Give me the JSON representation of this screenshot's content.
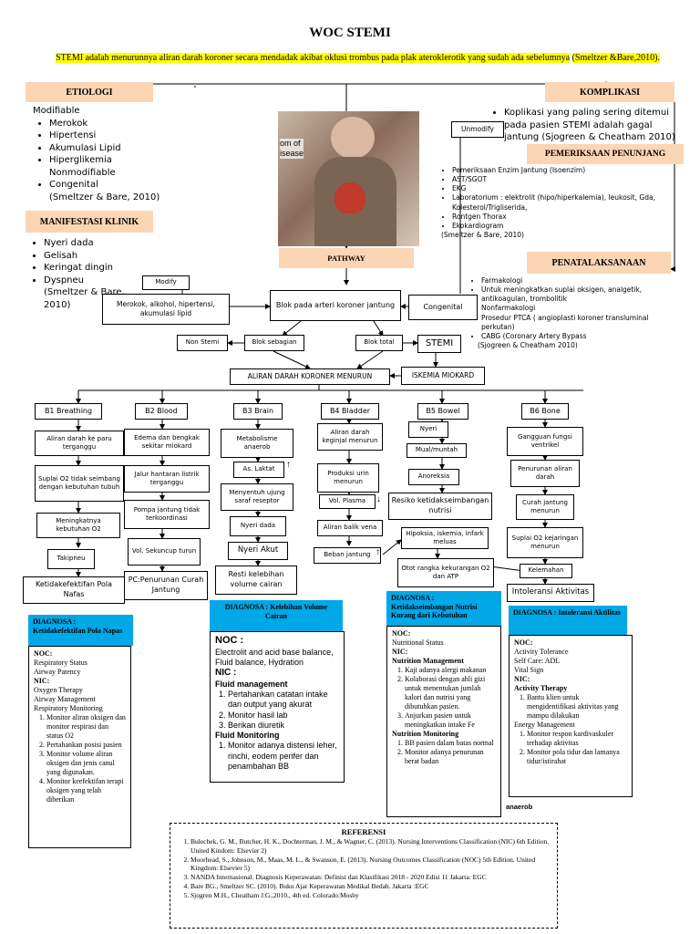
{
  "title": "WOC STEMI",
  "definition": "STEMI adalah menurunnya aliran darah koroner secara mendadak akibat oklusi trombus pada plak ateroklerotik yang sudah ada sebelumnya",
  "definition_source": "(Smeltzer &Bare,2010).",
  "etiologi": {
    "label": "ETIOLOGI",
    "modifiable": "Modifiable",
    "items": [
      "Merokok",
      "Hipertensi",
      "Akumulasi Lipid",
      "Hiperglikemia"
    ],
    "nonmodifiable": "Nonmodifiable",
    "nm_items": [
      "Congenital"
    ],
    "source": "(Smeltzer & Bare, 2010)"
  },
  "manifestasi": {
    "label": "MANIFESTASI KLINIK",
    "items": [
      "Nyeri dada",
      "Gelisah",
      "Keringat dingin",
      "Dyspneu"
    ],
    "source": "(Smeltzer & Bare, 2010)"
  },
  "komplikasi": {
    "label": "KOMPLIKASI",
    "text": "Koplikasi yang paling sering ditemui pada pasien STEMI adalah gagal jantung (Sjogreen & Cheatham 2010)"
  },
  "penunjang": {
    "label": "PEMERIKSAAN PENUNJANG",
    "items": [
      "Pemeriksaan Enzim Jantung (Isoenzim)",
      "AST/SGOT",
      "EKG",
      "Laboratorium : elektrolit (hipo/hiperkalemia), leukosit, Gda, Kolesterol/Trigliserida,",
      "Rontgen Thorax",
      "Ekokardiogram"
    ],
    "source": "(Smeltzer & Bare, 2010)"
  },
  "penatalaksanaan": {
    "label": "PENATALAKSANAAN",
    "items": [
      "Farmakologi",
      "Untuk meningkatkan suplai oksigen, analgetik, antikoagulan, trombolitik",
      "Nonfarmakologi",
      "Prosedur PTCA ( angioplasti koroner transluminal perkutan)",
      "CABG (Coronary Artery Bypass"
    ],
    "source": "(Sjogreen & Cheatham 2010)"
  },
  "image_caption": [
    "om of",
    "isease"
  ],
  "flow": {
    "unmodify": "Unmodify",
    "modify": "Modify",
    "pathway": "PATHWAY",
    "risk": "Merokok, alkohol, hipertensi, akumulasi lipid",
    "blok": "Blok pada arteri koroner jantung",
    "congenital": "Congenital",
    "non_stemi": "Non Stemi",
    "blok_sebagian": "Blok sebagian",
    "blok_total": "Blok total",
    "stemi": "STEMI",
    "aliran": "ALIRAN DARAH KORONER MENURUN",
    "iskemia": "ISKEMIA MIOKARD"
  },
  "b1": {
    "header": "B1 Breathing",
    "steps": [
      "Aliran darah ke paru terganggu",
      "Suplai O2 tidak seimbang dengan kebutuhan tubuh",
      "Meningkatnya kebutuhan O2",
      "Takipneu"
    ],
    "result": "Ketidakefektifan Pola Nafas"
  },
  "b2": {
    "header": "B2 Blood",
    "steps": [
      "Edema dan bengkak sekitar miokard",
      "Jalur hantaran listrik terganggu",
      "Pompa jantung tidak terkoordinasi",
      "Vol. Sekuncup turun"
    ],
    "result": "PC:Penurunan Curah Jantung"
  },
  "b3": {
    "header": "B3 Brain",
    "steps": [
      "Metabolisme anaerob",
      "As. Laktat",
      "Menyentuh ujung saraf reseptor",
      "Nyeri dada"
    ],
    "result": "Nyeri Akut",
    "result2": "Resti kelebihan volume cairan"
  },
  "b4": {
    "header": "B4 Bladder",
    "steps": [
      "Aliran darah keginjal menurun",
      "Produksi urin menurun",
      "Vol. Plasma",
      "Aliran balik vena",
      "Beban jantung"
    ]
  },
  "b5": {
    "header": "B5 Bowel",
    "steps": [
      "Nyeri",
      "Mual/muntah",
      "Anoreksia"
    ],
    "result": "Resiko ketidakseimbangan nutrisi",
    "hipoksia": "Hipoksia, iskemia, infark meluas",
    "otot": "Otot rangka kekurangan O2 dan ATP"
  },
  "b6": {
    "header": "B6 Bone",
    "steps": [
      "Gangguan fungsi ventrikel",
      "Penurunan aliran darah",
      "Curah jantung menurun",
      "Suplai O2 kejaringan menurun",
      "Kelemahan"
    ],
    "result": "Intoleransi Aktivitas"
  },
  "dx1": {
    "title": "DIAGNOSA : Ketidakefektifan Pola Napas",
    "noc_label": "NOC:",
    "noc": [
      "Respiratory Status",
      "Airway Patency"
    ],
    "nic_label": "NIC:",
    "nic": [
      "Oxygen Therapy",
      "Airway Management",
      "Respiratory Monitoring"
    ],
    "items": [
      "Monitor aliran oksigen dan monitor respirasi dan status O2",
      "Pertahankan posisi pasien",
      "Monitor volume aliran oksigen dan jenis canul yang digunakan.",
      "Monitor keefektifan terapi oksigen yang telah diberikan"
    ]
  },
  "dx2": {
    "title": "DIAGNOSA : Kelebihan Volume Cairan",
    "noc_label": "NOC :",
    "noc": "Electrolit and acid base balance, Fluid balance, Hydration",
    "nic_label": "NIC :",
    "fm": "Fluid management",
    "fm_items": [
      "Pertahankan catatan intake dan output yang akurat",
      "Monitor hasil lab",
      "Berikan diuretik"
    ],
    "fmon": "Fluid Monitoring",
    "fmon_items": [
      "Monitor adanya distensi leher, rinchi, eodem perifer dan penambahan BB"
    ]
  },
  "dx3": {
    "title": "DIAGNOSA : Ketidakseimbangan Nutrisi Kurang dari Kebutuhan",
    "noc_label": "NOC:",
    "noc": "Nutritional Status",
    "nic_label": "NIC:",
    "nm": "Nutrition Management",
    "nm_items": [
      "Kaji adanya alergi makanan",
      "Kolaborasi dengan ahli gizi untuk menentukan jumlah kalori dan nutrisi yang dibutuhkan pasien.",
      "Anjurkan pasien untuk meningkatkan intake Fe"
    ],
    "nmon": "Nutrition Monitoring",
    "nmon_items": [
      "BB pasien dalam batas normal",
      "Monitor adanya penurunan berat badan"
    ],
    "tail": "anaerob"
  },
  "dx4": {
    "title": "DIAGNOSA : Intoleransi Aktifitas",
    "noc_label": "NOC:",
    "noc": [
      "Activity Tolerance",
      "Self Care: ADL",
      "Vital Sign"
    ],
    "nic_label": "NIC:",
    "at": "Activity Therapy",
    "at_items": [
      "Bantu klien untuk mengidentifikasi aktivitas yang mampu dilakukan"
    ],
    "em": "Energy Management",
    "em_items": [
      "Monitor respon kardivaskuler terhadap aktivitas",
      "Monitor pola tidur dan lamanya tidur/istirahat"
    ]
  },
  "referensi": {
    "title": "REFERENSI",
    "items": [
      "Bulechek, G. M., Butcher, H. K., Dochterman, J. M., & Wagner, C. (2013). Nursing Interventions Classification (NIC) 6th Edition. United Kindom: Elsevier 2)",
      "Moorhead, S., Johnson, M., Maas, M. L., & Swanson, E. (2013). Nursing Outcomes Classification (NOC) 5th Edition. United Kingdom: Elsevier 5)",
      "NANDA Internasional. Diagnosis Keperawatan: Definisi dan Klasifikasi 2018 - 2020 Edisi 11 Jakarta: EGC",
      "Bare BG., Smeltzer SC. (2010). Buku Ajar Keperawatan Medikal Bedah. Jakarta :EGC",
      "Sjogren M.H., Cheatham J.G.,2010., 4th ed. Colorado:Mosby"
    ]
  },
  "colors": {
    "tan": "#fcd5b4",
    "blue": "#00a8e8",
    "yellow": "#ffff00"
  }
}
